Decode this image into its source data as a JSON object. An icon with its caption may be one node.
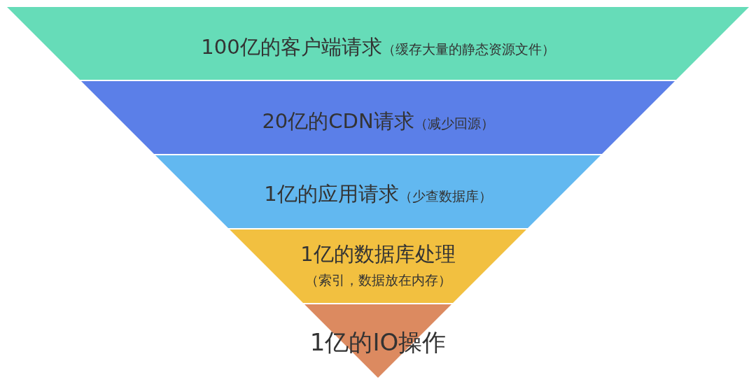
{
  "diagram": {
    "nodes": [
      {
        "text": [
          "100亿的客户端请求",
          "（缓存大量的静态资源文件）"
        ]
      },
      {
        "text": [
          "20亿的CDN请求",
          "（减少回源）"
        ]
      },
      {
        "text": [
          "1亿的应用请求",
          "（少查数据库）"
        ]
      },
      {
        "text": [
          "1亿的数据库处理",
          "（索引，数据放在内存）"
        ]
      },
      {
        "text": [
          "1亿的IO操作"
        ]
      }
    ]
  }
}
